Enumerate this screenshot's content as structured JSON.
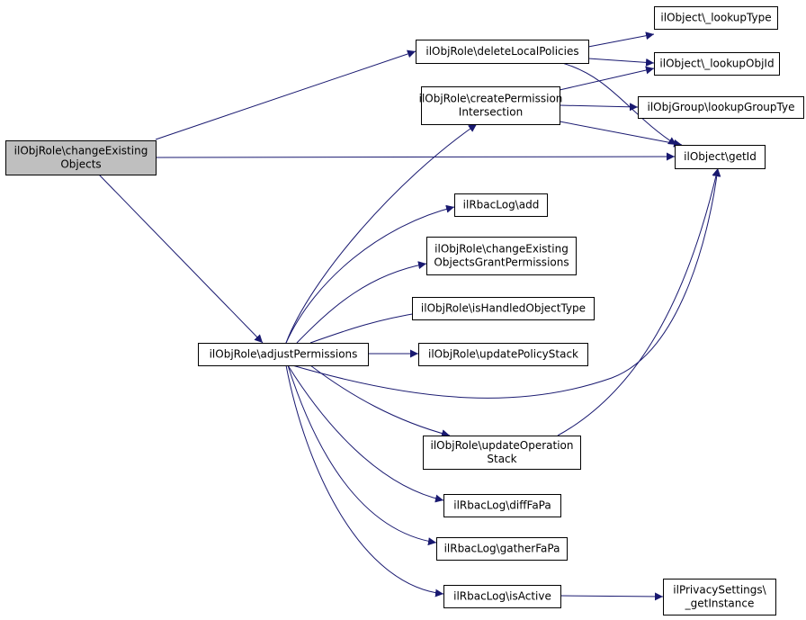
{
  "graph": {
    "edge_color": "#191970",
    "root_fill": "#bfbfbf",
    "nodes": [
      {
        "id": "changeExisting",
        "lines": [
          "ilObjRole\\changeExisting",
          "Objects"
        ],
        "root": true
      },
      {
        "id": "deleteLocal",
        "lines": [
          "ilObjRole\\deleteLocalPolicies"
        ]
      },
      {
        "id": "createPerm",
        "lines": [
          "ilObjRole\\createPermission",
          "Intersection"
        ]
      },
      {
        "id": "adjustPerm",
        "lines": [
          "ilObjRole\\adjustPermissions"
        ]
      },
      {
        "id": "lookupType",
        "lines": [
          "ilObject\\_lookupType"
        ]
      },
      {
        "id": "lookupObjId",
        "lines": [
          "ilObject\\_lookupObjId"
        ]
      },
      {
        "id": "lookupGroupTye",
        "lines": [
          "ilObjGroup\\lookupGroupTye"
        ]
      },
      {
        "id": "getId",
        "lines": [
          "ilObject\\getId"
        ]
      },
      {
        "id": "rbacAdd",
        "lines": [
          "ilRbacLog\\add"
        ]
      },
      {
        "id": "grantPerm",
        "lines": [
          "ilObjRole\\changeExisting",
          "ObjectsGrantPermissions"
        ]
      },
      {
        "id": "isHandled",
        "lines": [
          "ilObjRole\\isHandledObjectType"
        ]
      },
      {
        "id": "updatePolicy",
        "lines": [
          "ilObjRole\\updatePolicyStack"
        ]
      },
      {
        "id": "updateOp",
        "lines": [
          "ilObjRole\\updateOperation",
          "Stack"
        ]
      },
      {
        "id": "diffFaPa",
        "lines": [
          "ilRbacLog\\diffFaPa"
        ]
      },
      {
        "id": "gatherFaPa",
        "lines": [
          "ilRbacLog\\gatherFaPa"
        ]
      },
      {
        "id": "isActive",
        "lines": [
          "ilRbacLog\\isActive"
        ]
      },
      {
        "id": "privacy",
        "lines": [
          "ilPrivacySettings\\",
          "_getInstance"
        ]
      }
    ],
    "edges": [
      {
        "from": "changeExisting",
        "to": "deleteLocal"
      },
      {
        "from": "changeExisting",
        "to": "getId"
      },
      {
        "from": "changeExisting",
        "to": "adjustPerm"
      },
      {
        "from": "deleteLocal",
        "to": "lookupType"
      },
      {
        "from": "deleteLocal",
        "to": "lookupObjId"
      },
      {
        "from": "deleteLocal",
        "to": "getId"
      },
      {
        "from": "createPerm",
        "to": "lookupObjId"
      },
      {
        "from": "createPerm",
        "to": "lookupGroupTye"
      },
      {
        "from": "createPerm",
        "to": "getId"
      },
      {
        "from": "adjustPerm",
        "to": "createPerm"
      },
      {
        "from": "adjustPerm",
        "to": "rbacAdd"
      },
      {
        "from": "adjustPerm",
        "to": "grantPerm"
      },
      {
        "from": "adjustPerm",
        "to": "isHandled"
      },
      {
        "from": "adjustPerm",
        "to": "updatePolicy"
      },
      {
        "from": "adjustPerm",
        "to": "getId"
      },
      {
        "from": "adjustPerm",
        "to": "updateOp"
      },
      {
        "from": "adjustPerm",
        "to": "diffFaPa"
      },
      {
        "from": "adjustPerm",
        "to": "gatherFaPa"
      },
      {
        "from": "adjustPerm",
        "to": "isActive"
      },
      {
        "from": "updateOp",
        "to": "getId"
      },
      {
        "from": "isActive",
        "to": "privacy"
      }
    ]
  }
}
